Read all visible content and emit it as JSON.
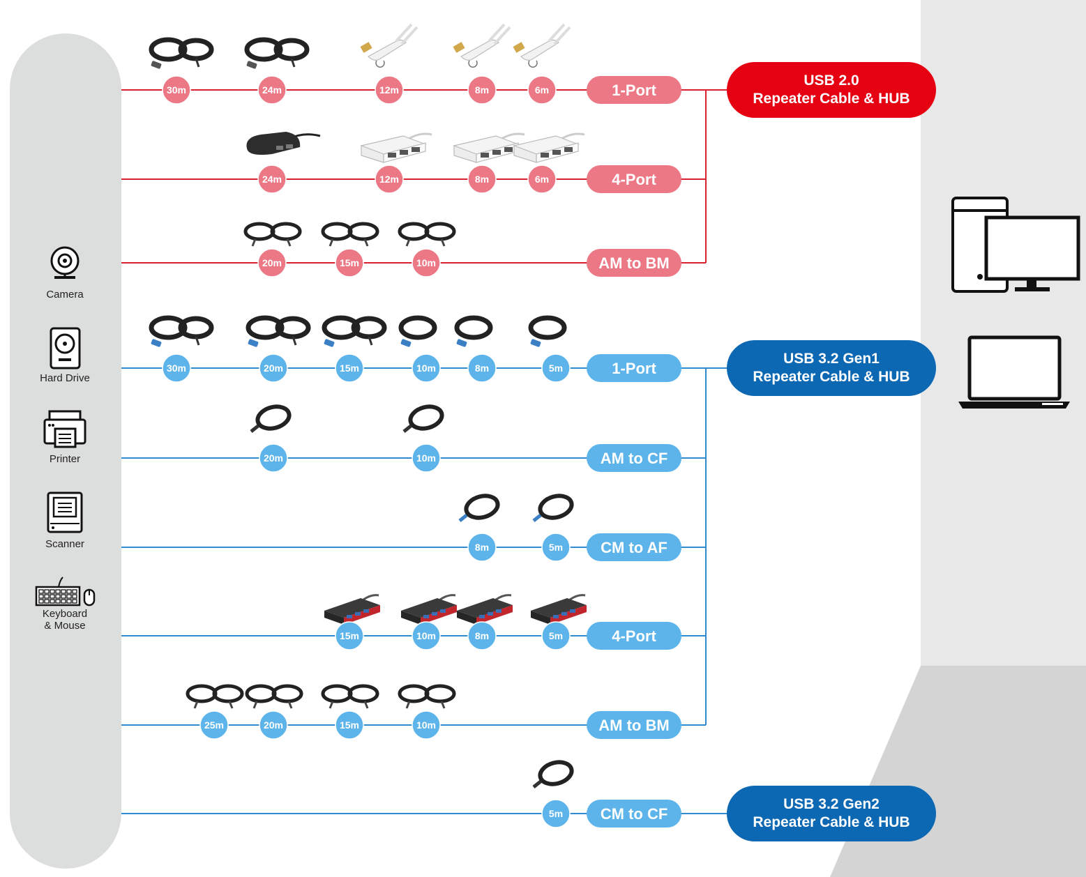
{
  "colors": {
    "usb2_line": "#d8202f",
    "usb2_pill": "#ec7886",
    "usb2_banner": "#e50012",
    "usb3_line": "#2f8ad0",
    "usb3_pill": "#5cb4ea",
    "usb3_banner": "#0d68b4",
    "side_panel": "#dcdddd",
    "backdrop": "#e8e8e8"
  },
  "devices": [
    {
      "label": "Camera",
      "icon": "camera-icon"
    },
    {
      "label": "Hard Drive",
      "icon": "hard-drive-icon"
    },
    {
      "label": "Printer",
      "icon": "printer-icon"
    },
    {
      "label": "Scanner",
      "icon": "scanner-icon"
    },
    {
      "label": "Keyboard\n& Mouse",
      "icon": "keyboard-mouse-icon"
    }
  ],
  "groups": [
    {
      "title_line1": "USB 2.0",
      "title_line2": "Repeater Cable & HUB",
      "theme": "red"
    },
    {
      "title_line1": "USB 3.2 Gen1",
      "title_line2": "Repeater Cable & HUB",
      "theme": "blue"
    },
    {
      "title_line1": "USB 3.2 Gen2",
      "title_line2": "Repeater Cable & HUB",
      "theme": "blue"
    }
  ],
  "rows": [
    {
      "group": 0,
      "type": "1-Port",
      "product": "repeater-cable",
      "lengths": [
        "30m",
        "24m",
        "12m",
        "8m",
        "6m"
      ]
    },
    {
      "group": 0,
      "type": "4-Port",
      "product": "hub",
      "lengths": [
        "24m",
        "12m",
        "8m",
        "6m"
      ]
    },
    {
      "group": 0,
      "type": "AM to BM",
      "product": "cable-coil",
      "lengths": [
        "20m",
        "15m",
        "10m"
      ]
    },
    {
      "group": 1,
      "type": "1-Port",
      "product": "repeater-cable",
      "lengths": [
        "30m",
        "20m",
        "15m",
        "10m",
        "8m",
        "5m"
      ]
    },
    {
      "group": 1,
      "type": "AM to CF",
      "product": "cable-coil",
      "lengths": [
        "20m",
        "10m"
      ]
    },
    {
      "group": 1,
      "type": "CM to AF",
      "product": "cable-coil",
      "lengths": [
        "8m",
        "5m"
      ]
    },
    {
      "group": 1,
      "type": "4-Port",
      "product": "hub",
      "lengths": [
        "15m",
        "10m",
        "8m",
        "5m"
      ]
    },
    {
      "group": 1,
      "type": "AM to BM",
      "product": "cable-coil",
      "lengths": [
        "25m",
        "20m",
        "15m",
        "10m"
      ]
    },
    {
      "group": 2,
      "type": "CM to CF",
      "product": "cable-coil",
      "lengths": [
        "5m"
      ]
    }
  ],
  "hosts": [
    {
      "icon": "desktop-computer-icon"
    },
    {
      "icon": "laptop-icon"
    }
  ]
}
